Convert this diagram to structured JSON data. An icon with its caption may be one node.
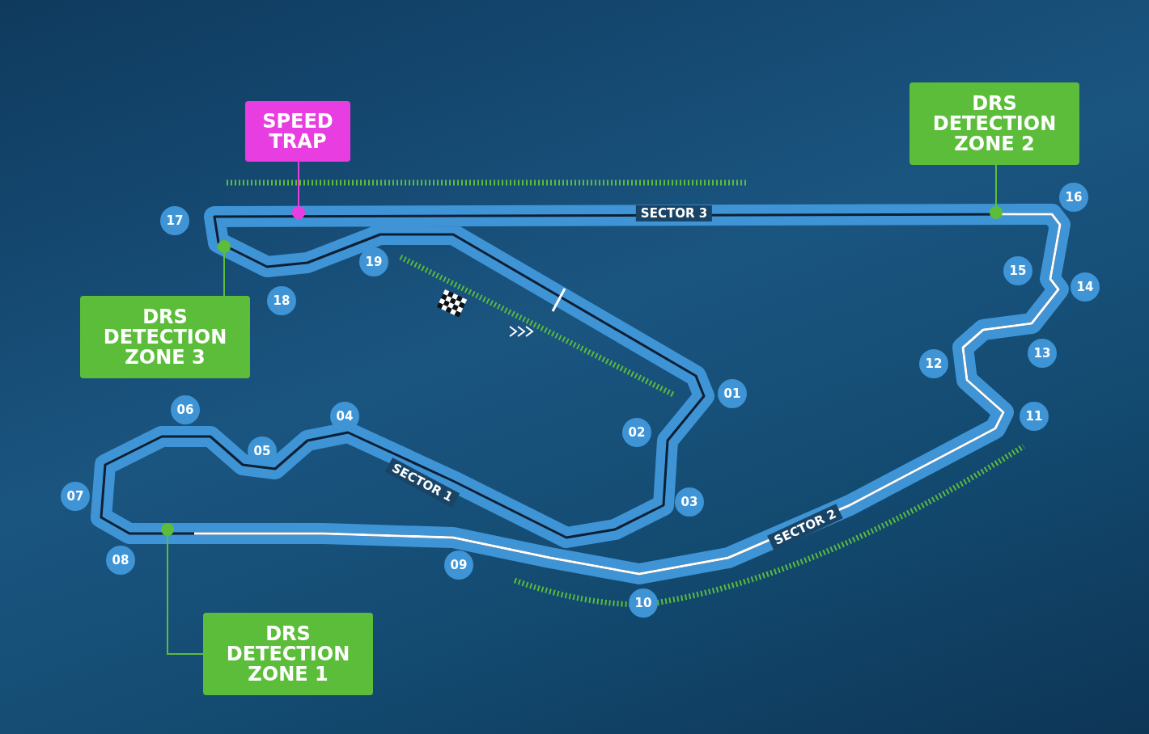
{
  "diagram": {
    "nodes": [
      {
        "text": [
          "SPEED TRAP"
        ]
      },
      {
        "text": [],
        "shape": "circle"
      },
      {
        "text": [
          "DRS DETECTION ZONE 2"
        ]
      },
      {
        "text": [],
        "shape": "circle"
      },
      {
        "text": [
          "DRS DETECTION ZONE 3"
        ]
      },
      {
        "text": [],
        "shape": "circle"
      },
      {
        "text": [
          "DRS DETECTION ZONE 1"
        ]
      },
      {
        "text": [],
        "shape": "circle"
      }
    ],
    "edges": [
      {
        "from": 0,
        "to": 1,
        "arrow": "none",
        "color": "#e83de0"
      },
      {
        "from": 2,
        "to": 3,
        "arrow": "none"
      },
      {
        "from": 4,
        "to": 5,
        "arrow": "none"
      },
      {
        "from": 6,
        "to": 7,
        "arrow": "none"
      }
    ],
    "labels": [
      "16",
      "17",
      "SECTOR 3",
      "15",
      "19",
      "18",
      "14",
      "13",
      "12",
      "01",
      "11",
      "06",
      "04",
      "02",
      "05",
      "SECTOR 1",
      "07",
      "03",
      "SECTOR 2",
      "08",
      "09",
      "10"
    ]
  }
}
